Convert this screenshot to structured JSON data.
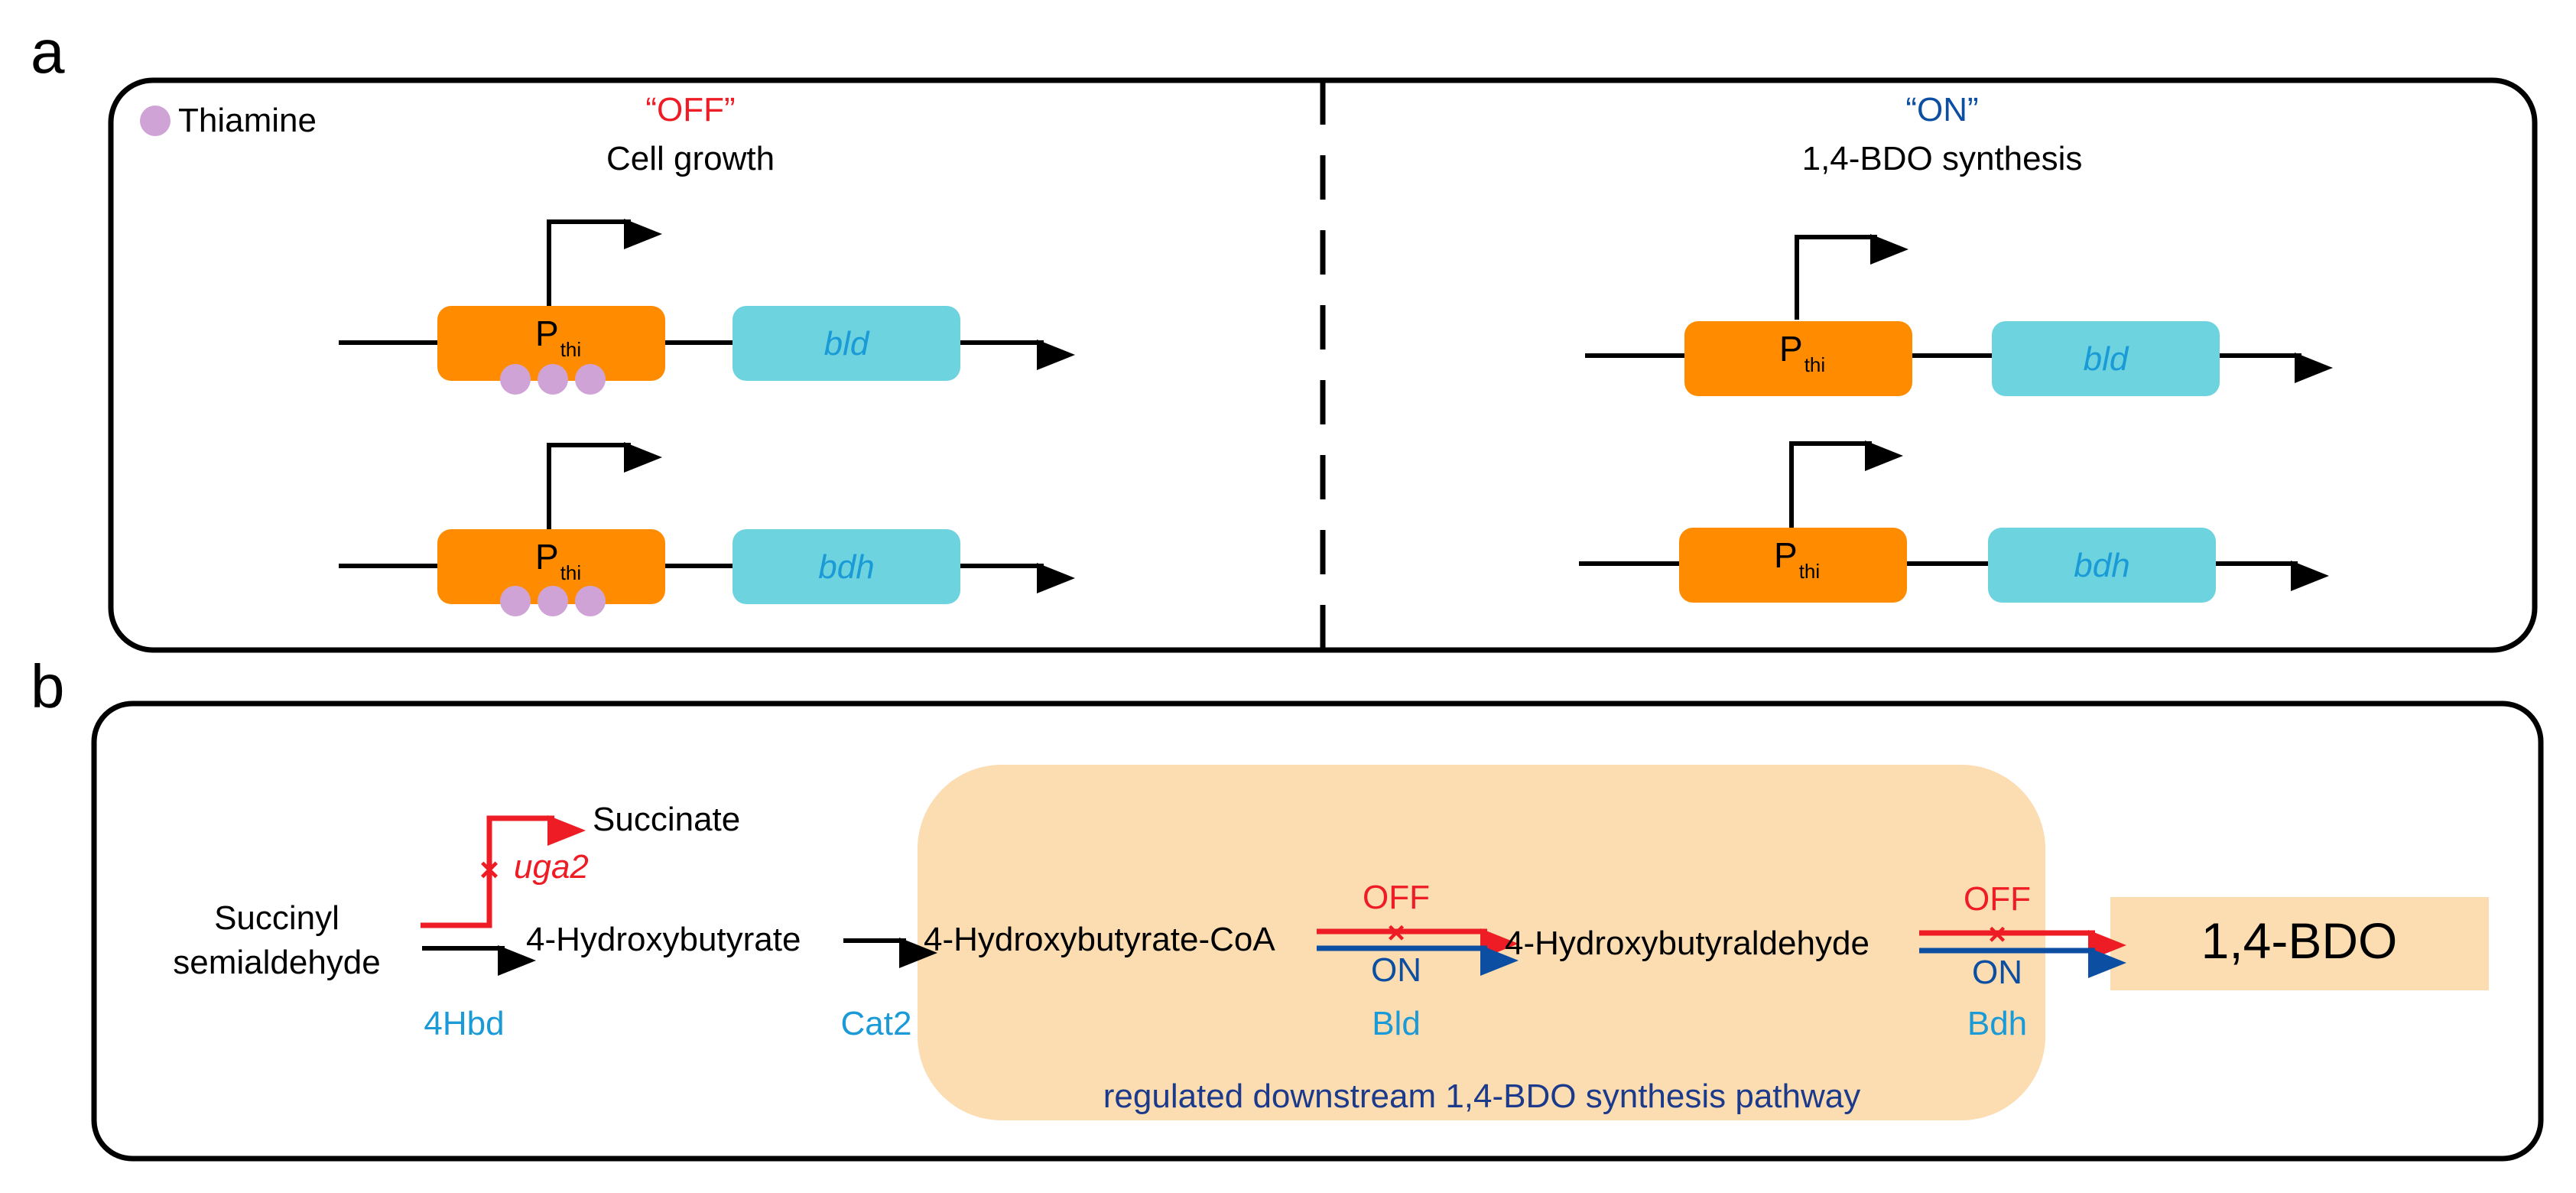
{
  "panel_a": {
    "letter": "a",
    "legend": {
      "label": "Thiamine"
    },
    "off": {
      "state": "“OFF”",
      "caption": "Cell growth"
    },
    "on": {
      "state": "“ON”",
      "caption": "1,4-BDO synthesis"
    },
    "promoter": {
      "main": "P",
      "sub": "thi"
    },
    "genes": {
      "bld": "bld",
      "bdh": "bdh"
    }
  },
  "panel_b": {
    "letter": "b",
    "substrates": {
      "succinyl_line1": "Succinyl",
      "succinyl_line2": "semialdehyde",
      "succinate": "Succinate",
      "hydroxybutyrate": "4-Hydroxybutyrate",
      "hydroxybutyrate_coa": "4-Hydroxybutyrate-CoA",
      "hydroxybutyraldehyde": "4-Hydroxybutyraldehyde",
      "product": "1,4-BDO"
    },
    "knockout_gene": "uga2",
    "enzymes": {
      "e1": "4Hbd",
      "e2": "Cat2",
      "e3": "Bld",
      "e4": "Bdh"
    },
    "switch": {
      "off": "OFF",
      "on": "ON"
    },
    "region_label": "regulated downstream 1,4-BDO synthesis pathway"
  },
  "colors": {
    "promoter": "#ff8c00",
    "gene": "#6dd3df",
    "gene_text": "#1a9ad6",
    "thiamine": "#cfa3d6",
    "off_red": "#ee1c24",
    "on_blue": "#0b4ea2",
    "enzyme_blue": "#1a9ad6",
    "region_fill": "#fcdcb1",
    "region_text": "#1b3a8c"
  }
}
